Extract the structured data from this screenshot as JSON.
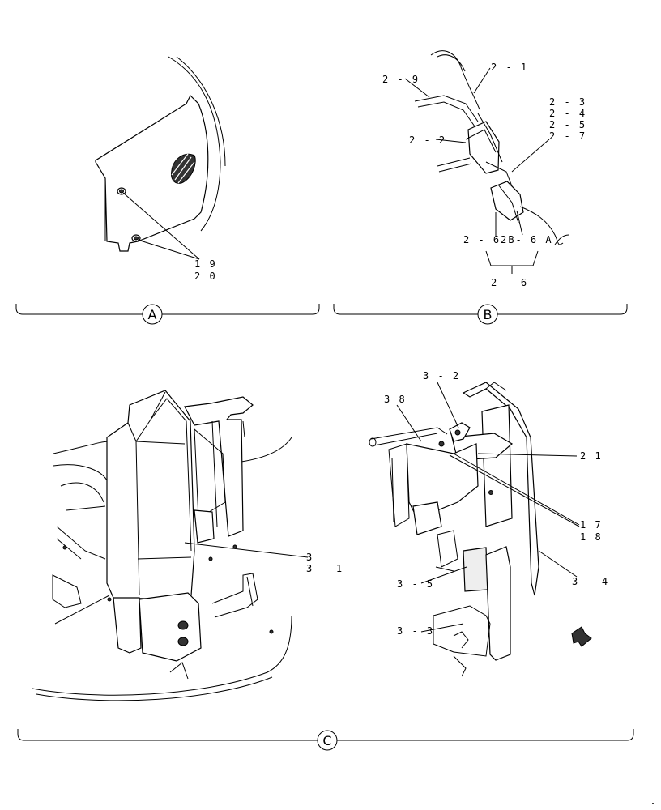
{
  "sections": {
    "A": {
      "callout": "A",
      "labels": [
        "1 9",
        "2 0"
      ]
    },
    "B": {
      "callout": "B",
      "labels": [
        "2 - 1",
        "2 - 9",
        "2 - 3",
        "2 - 4",
        "2 - 5",
        "2 - 7",
        "2 - 2",
        "2 - 6 B",
        "2 - 6 A",
        "2 - 6"
      ]
    },
    "C": {
      "callout": "C",
      "labels": [
        "3",
        "3 - 1",
        "3 - 2",
        "3 8",
        "2 1",
        "1 7",
        "1 8",
        "3 - 5",
        "3 - 4",
        "3 - 3"
      ]
    }
  }
}
